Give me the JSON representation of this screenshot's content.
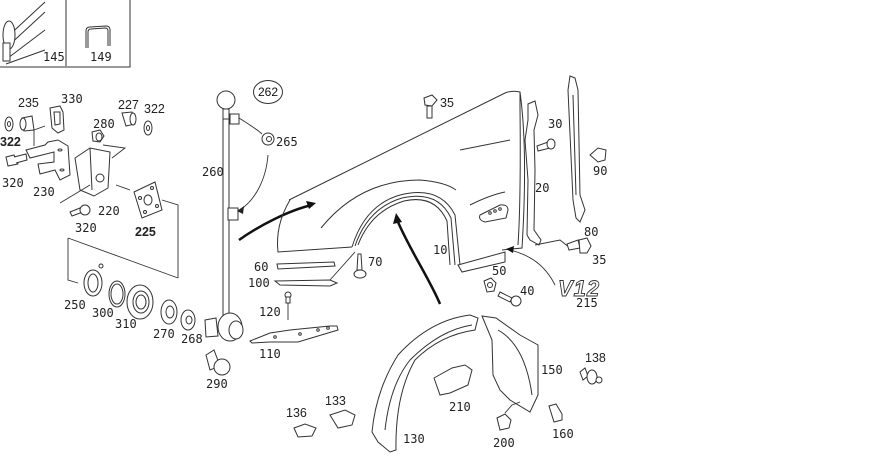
{
  "diagram": {
    "title": "Front fender assembly parts diagram",
    "inset_parts": [
      {
        "id": "145"
      },
      {
        "id": "149"
      }
    ],
    "callout": {
      "id": "262"
    },
    "labels": {
      "p235": "235",
      "p330": "330",
      "p322a": "322",
      "p322b": "322",
      "p227": "227",
      "p280": "280",
      "p320a": "320",
      "p230": "230",
      "p220": "220",
      "p320b": "320",
      "p225": "225",
      "p250": "250",
      "p300": "300",
      "p310": "310",
      "p270": "270",
      "p268": "268",
      "p290": "290",
      "p260": "260",
      "p265": "265",
      "p60": "60",
      "p100": "100",
      "p70": "70",
      "p120": "120",
      "p110": "110",
      "p35a": "35",
      "p30": "30",
      "p90": "90",
      "p20": "20",
      "p80": "80",
      "p35b": "35",
      "p10": "10",
      "p50": "50",
      "p40": "40",
      "p215": "215",
      "p138": "138",
      "p150": "150",
      "p210": "210",
      "p133": "133",
      "p136": "136",
      "p130": "130",
      "p200": "200",
      "p160": "160",
      "p145": "145",
      "p149": "149"
    },
    "emblem_text": "V12"
  }
}
